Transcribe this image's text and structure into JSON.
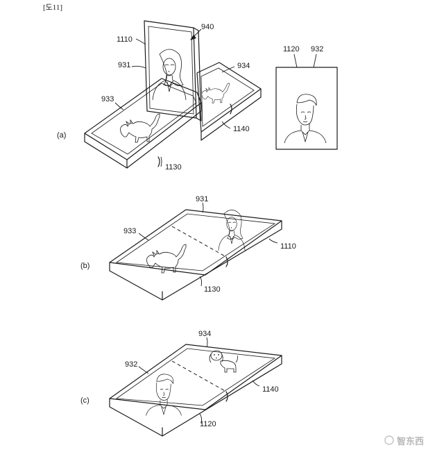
{
  "figure_tag": "[도11]",
  "panels": {
    "a": {
      "label": "(a)",
      "refs": {
        "r940": "940",
        "r1110": "1110",
        "r931": "931",
        "r934": "934",
        "r933": "933",
        "r1140": "1140",
        "r1130": "1130"
      },
      "inset_refs": {
        "r1120": "1120",
        "r932": "932"
      }
    },
    "b": {
      "label": "(b)",
      "refs": {
        "r931": "931",
        "r933": "933",
        "r1110": "1110",
        "r1130": "1130"
      }
    },
    "c": {
      "label": "(c)",
      "refs": {
        "r934": "934",
        "r932": "932",
        "r1140": "1140",
        "r1120": "1120"
      }
    }
  },
  "watermark": "智东西",
  "icons": [
    "woman-portrait-icon",
    "man-portrait-icon",
    "cat-icon",
    "dog-icon",
    "arrow-icon"
  ]
}
